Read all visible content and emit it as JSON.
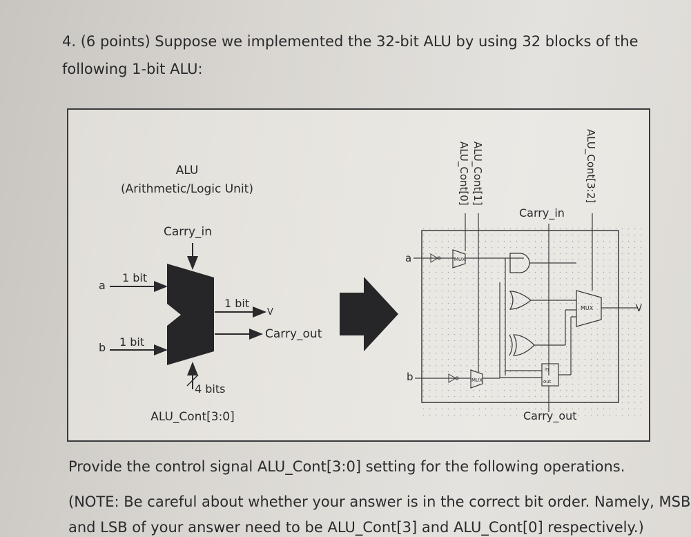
{
  "question": {
    "line1": "4. (6 points) Suppose we implemented the 32-bit ALU by using 32 blocks of the",
    "line2": "following 1-bit ALU:"
  },
  "alu_block": {
    "title_line1": "ALU",
    "title_line2": "(Arithmetic/Logic Unit)",
    "carry_in": "Carry_in",
    "input_a": "a",
    "input_b": "b",
    "a_width": "1 bit",
    "b_width": "1 bit",
    "v_width": "1 bit",
    "output_v": "V",
    "carry_out": "Carry_out",
    "control_width": "4 bits",
    "control": "ALU_Cont[3:0]"
  },
  "schematic": {
    "cont1": "ALU_Cont[1]",
    "cont0": "ALU_Cont[0]",
    "cont32": "ALU_Cont[3:2]",
    "carry_in": "Carry_in",
    "carry_out": "Carry_out",
    "input_a": "a",
    "input_b": "b",
    "output_v": "V",
    "mux_label": "MUX",
    "adder_in": "in",
    "adder_out": "out"
  },
  "prompt": "Provide the control signal ALU_Cont[3:0] setting for the following operations.",
  "note_line1": "(NOTE: Be careful about whether your answer is in the correct bit order. Namely, MSB",
  "note_line2": "and LSB of your answer need to be ALU_Cont[3] and ALU_Cont[0] respectively.)"
}
